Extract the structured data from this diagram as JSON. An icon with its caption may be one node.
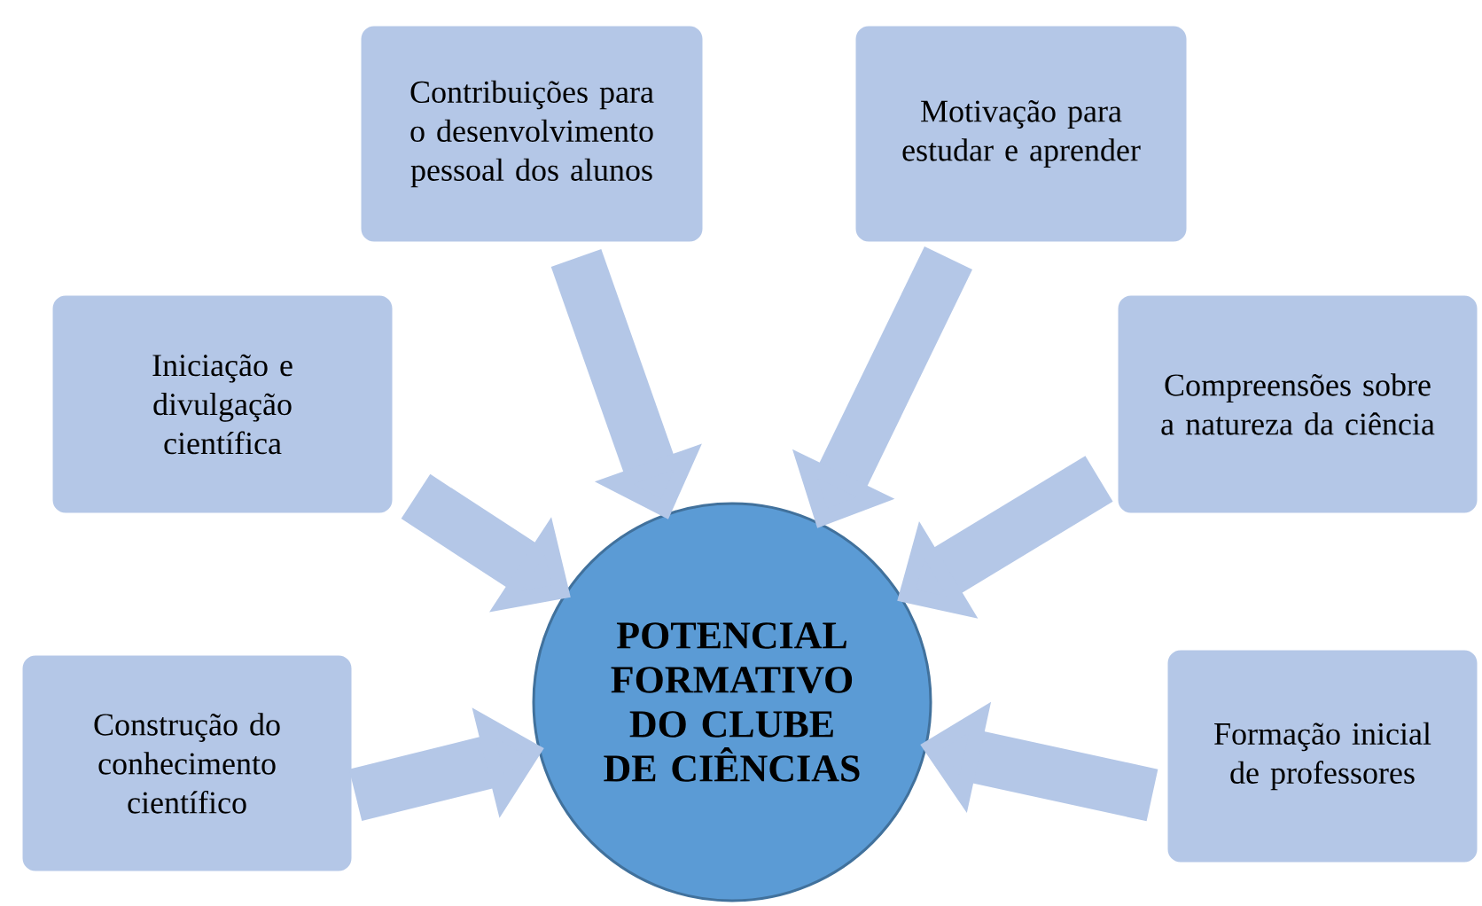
{
  "diagram": {
    "nodes": [
      {
        "text": [
          "Contribuições para o desenvolvimento pessoal dos alunos"
        ]
      },
      {
        "text": [
          "Motivação para estudar e aprender"
        ]
      },
      {
        "text": [
          "Iniciação e divulgação científica"
        ]
      },
      {
        "text": [
          "Compreensões sobre a natureza da ciência"
        ]
      },
      {
        "text": [
          "Construção do conhecimento científico"
        ]
      },
      {
        "text": [
          "Formação inicial de professores"
        ]
      },
      {
        "text": [
          "POTENCIAL FORMATIVO DO CLUBE DE CIÊNCIAS"
        ]
      }
    ],
    "edges": [
      {
        "from": 0,
        "to": 6,
        "arrow": "to"
      },
      {
        "from": 1,
        "to": 6,
        "arrow": "to"
      },
      {
        "from": 2,
        "to": 6,
        "arrow": "to"
      },
      {
        "from": 3,
        "to": 6,
        "arrow": "to"
      },
      {
        "from": 4,
        "to": 6,
        "arrow": "to"
      },
      {
        "from": 5,
        "to": 6,
        "arrow": "to"
      }
    ]
  }
}
